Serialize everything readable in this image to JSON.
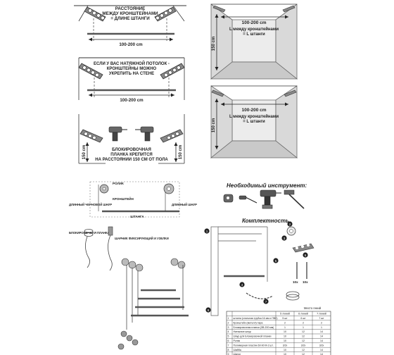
{
  "panel1": {
    "note1": "РАССТОЯНИЕ",
    "note2": "МЕЖДУ КРОНШТЕЙНАМИ",
    "note3": "= ДЛИНЕ ШТАНГИ",
    "dimension": "100-200 cm"
  },
  "panel2": {
    "note1": "ЕСЛИ У ВАС НАТЯЖНОЙ ПОТОЛОК -",
    "note2": "КРОНШТЕЙНЫ МОЖНО",
    "note3": "УКРЕПИТЬ НА СТЕНЕ",
    "dimension": "100-200 cm"
  },
  "panel3": {
    "height_left": "150 cm",
    "height_right": "150 cm",
    "note1": "БЛОКИРОВОЧНАЯ",
    "note2": "ПЛАНКА КРЕПИТСЯ",
    "note3": "НА РАССТОЯНИИ 150 СМ ОТ ПОЛА"
  },
  "room1": {
    "dimension": "100-200 cm",
    "note1": "L между кронштейнами",
    "note2": "= L штанги",
    "height": "150 cm"
  },
  "room2": {
    "dimension": "100-200 cm",
    "note1": "L между кронштейнами",
    "note2": "= L штанги",
    "height": "150 cm"
  },
  "parts": {
    "rope": "РОЛИК",
    "bracket": "КРОНШТЕЙН",
    "long_cord": "ДЛИННЫЙ ЧЕРНОВОЙ ШНУР",
    "long_cord2": "ДЛИННЫЙ ШНУР",
    "rod": "ШТАНГА",
    "lock_plank": "БЛОКИРОВОЧНАЯ ПЛАНКА",
    "lock_pin": "ШАРНИК ФИКСИРУЮЩИЙ И УЗЕЛКИ"
  },
  "tools": {
    "title": "Необходимый инструмент:"
  },
  "kit": {
    "title": "Комплектность",
    "numbers": [
      "1",
      "2",
      "3",
      "4",
      "5",
      "6",
      "7",
      "8"
    ],
    "label_a": "10x",
    "label_b": "10x"
  },
  "table": {
    "caption": "Место гений",
    "headers": [
      "",
      "",
      "5 линий",
      "6 линий",
      "7 линий"
    ],
    "rows": [
      [
        "1",
        "штанга (стальная трубка 16 мм и ПВХ)",
        "5 шт",
        "6 шт",
        "7 шт"
      ],
      [
        "2",
        "Кронштейн (металл) пара",
        "2",
        "2",
        "2"
      ],
      [
        "3",
        "Блокировочная планка (ЗВ-200 мм)",
        "1",
        "1",
        "1"
      ],
      [
        "4",
        "Натяжное шнур",
        "10",
        "12",
        "14"
      ],
      [
        "5",
        "Шнур для Блокировочной планки",
        "10",
        "12",
        "14"
      ],
      [
        "6",
        "Ролик",
        "10",
        "12",
        "14"
      ],
      [
        "7",
        "Полимерная пластик 60-90 M-2 шт.",
        "3/2x",
        "3/2x",
        "3/2x"
      ],
      [
        "8",
        "Шайбы",
        "10",
        "12",
        "14"
      ],
      [
        "9",
        "Шуруп",
        "10",
        "12",
        "14"
      ]
    ]
  }
}
